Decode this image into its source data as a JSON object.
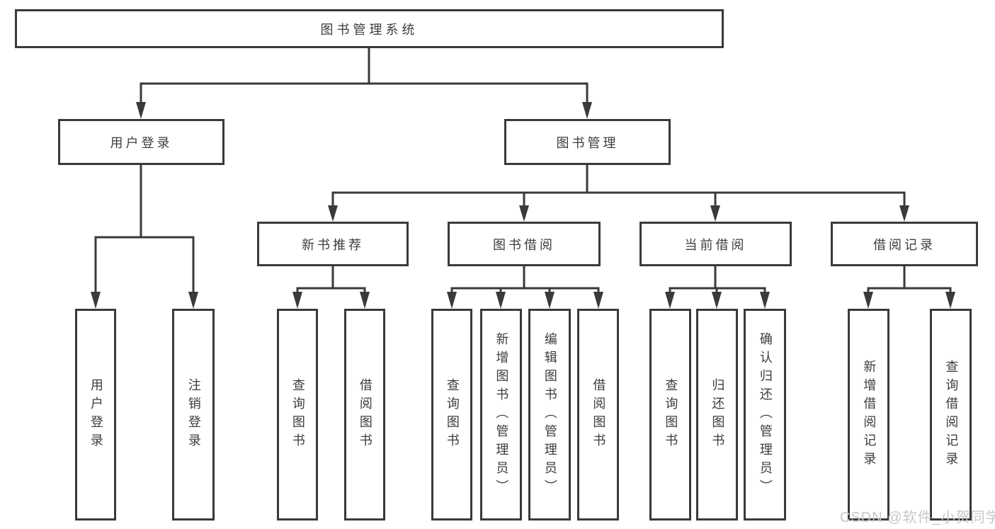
{
  "diagram": {
    "root": "图书管理系统",
    "level2": [
      "用户登录",
      "图书管理"
    ],
    "level3": [
      "新书推荐",
      "图书借阅",
      "当前借阅",
      "借阅记录"
    ],
    "leaves": {
      "user_login": [
        "用户登录",
        "注销登录"
      ],
      "new_book_recommend": [
        "查询图书",
        "借阅图书"
      ],
      "book_borrow": [
        "查询图书",
        "新增图书（管理员）",
        "编辑图书（管理员）",
        "借阅图书"
      ],
      "current_borrow": [
        "查询图书",
        "归还图书",
        "确认归还（管理员）"
      ],
      "borrow_record": [
        "新增借阅记录",
        "查询借阅记录"
      ]
    }
  },
  "watermark": "CSDN @软件_小贺同学",
  "colors": {
    "line": "#3a3a3a",
    "text": "#3d3d3d",
    "watermark": "#c7c7c7",
    "background": "#ffffff"
  }
}
